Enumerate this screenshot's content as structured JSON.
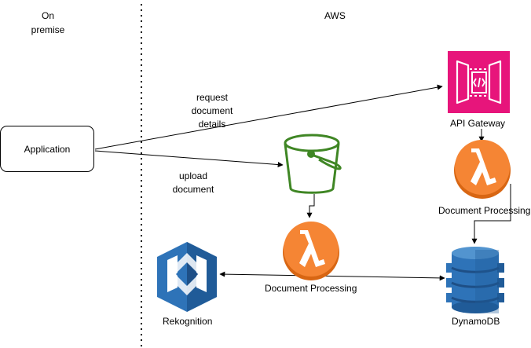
{
  "zones": {
    "on_premise": "On\npremise",
    "on_premise_line1": "On",
    "on_premise_line2": "premise",
    "aws": "AWS"
  },
  "nodes": {
    "application": "Application",
    "api_gateway": "API Gateway",
    "lambda_top": "Document Processing",
    "lambda_bottom": "Document Processing",
    "rekognition": "Rekognition",
    "dynamodb": "DynamoDB"
  },
  "edges": {
    "request": [
      "request",
      "document",
      "details"
    ],
    "upload": [
      "upload",
      "document"
    ]
  },
  "colors": {
    "api_gateway": "#E7157B",
    "lambda": "#F58534",
    "s3": "#3F8624",
    "rekognition": "#2E73B8",
    "dynamodb": "#2E73B8"
  }
}
